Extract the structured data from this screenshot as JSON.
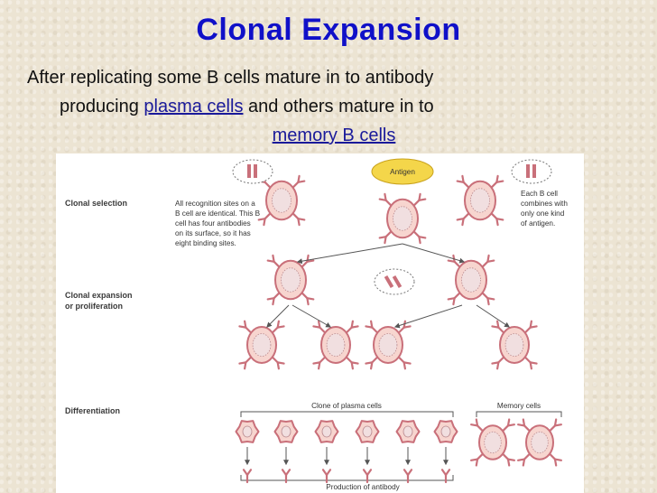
{
  "slide": {
    "title": "Clonal Expansion",
    "bullet_line1": "After replicating some B cells mature in to antibody",
    "bullet_line2_pre": "producing ",
    "bullet_line2_link": "plasma cells",
    "bullet_line2_post": " and others mature in to",
    "bullet_line3_link": "memory B cells"
  },
  "figure": {
    "stages": [
      "Clonal selection",
      "Clonal expansion",
      "or proliferation",
      "Differentiation"
    ],
    "antigen_label": "Antigen",
    "note_left": [
      "All recognition sites on a",
      "B cell are identical. This B",
      "cell has four antibodies",
      "on its surface, so it has",
      "eight binding sites."
    ],
    "note_right": [
      "Each B cell",
      "combines with",
      "only one kind",
      "of antigen."
    ],
    "clone_label": "Clone of plasma cells",
    "memory_label": "Memory cells",
    "production_label": "Production of antibody",
    "colors": {
      "cell_outline": "#c9707a",
      "cell_fill": "#f7d5cf",
      "nucleus": "#f1dfe0",
      "antigen": "#f4d64a",
      "arrow": "#555555"
    }
  }
}
